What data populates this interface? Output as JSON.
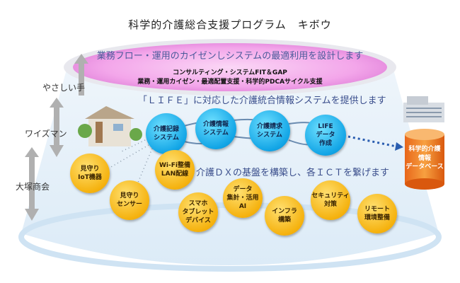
{
  "title": "科学的介護総合支援プログラム　キボウ",
  "top": {
    "main": "業務フロー・運用のカイゼンしシステムの最適利用を設計します",
    "sub1": "コンサルティング・システムFIT＆GAP",
    "sub2": "業務・運用カイゼン・最適配置支援・科学的PDCAサイクル支援"
  },
  "partners": [
    "やさしい手",
    "ワイズマン",
    "大塚商会"
  ],
  "life_heading": "「ＬＩＦＥ」に対応した介護統合情報システムを提供します",
  "systems": [
    "介護記録\nシステム",
    "介護情報\nシステム",
    "介護請求\nシステム",
    "LIFE\nデータ\n作成"
  ],
  "database": "科学的介護\n情報\nデータベース",
  "dx_heading": "介護ＤＸの基盤を構築し、各ＩＣＴを繋げます",
  "ict": [
    "見守り\nIoT機器",
    "見守り\nセンサー",
    "Wi-Fi整備\nLAN配線",
    "スマホ\nタブレット\nデバイス",
    "データ\n集計・活用\nAI",
    "インフラ\n構築",
    "セキュリティ\n対策",
    "リモート\n環境整備"
  ]
}
